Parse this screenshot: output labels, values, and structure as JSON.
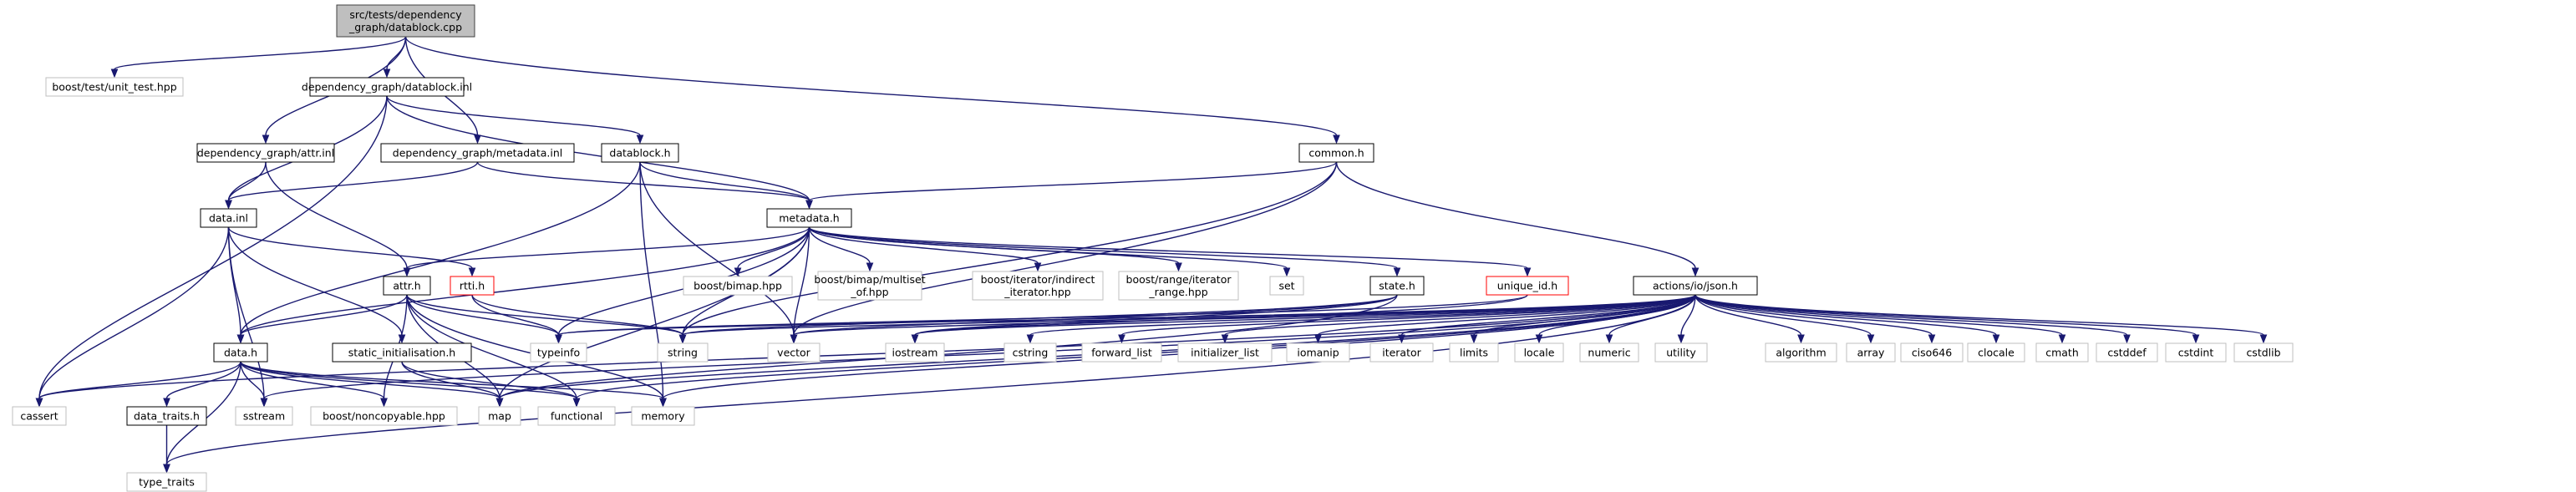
{
  "diagram": {
    "type": "include-dependency-graph",
    "colors": {
      "edge": "#191970",
      "root_fill": "#bfbfbf",
      "root_border": "#404040",
      "local_border": "#000000",
      "system_border": "#bfbfbf",
      "unresolved_border": "#ff0000",
      "background": "#ffffff"
    },
    "nodes": [
      {
        "id": "root",
        "kind": "root",
        "lines": [
          "src/tests/dependency",
          "_graph/datablock.cpp"
        ]
      },
      {
        "id": "boost_unit_test",
        "kind": "system",
        "lines": [
          "boost/test/unit_test.hpp"
        ]
      },
      {
        "id": "datablock_inl",
        "kind": "local",
        "lines": [
          "dependency_graph/datablock.inl"
        ]
      },
      {
        "id": "common_h",
        "kind": "local",
        "lines": [
          "common.h"
        ]
      },
      {
        "id": "attr_inl",
        "kind": "local",
        "lines": [
          "dependency_graph/attr.inl"
        ]
      },
      {
        "id": "metadata_inl",
        "kind": "local",
        "lines": [
          "dependency_graph/metadata.inl"
        ]
      },
      {
        "id": "datablock_h",
        "kind": "local",
        "lines": [
          "datablock.h"
        ]
      },
      {
        "id": "data_inl",
        "kind": "local",
        "lines": [
          "data.inl"
        ]
      },
      {
        "id": "metadata_h",
        "kind": "local",
        "lines": [
          "metadata.h"
        ]
      },
      {
        "id": "attr_h",
        "kind": "local",
        "lines": [
          "attr.h"
        ]
      },
      {
        "id": "rtti_h",
        "kind": "unresolved",
        "lines": [
          "rtti.h"
        ]
      },
      {
        "id": "boost_bimap",
        "kind": "system",
        "lines": [
          "boost/bimap.hpp"
        ]
      },
      {
        "id": "boost_bimap_multiset",
        "kind": "system",
        "lines": [
          "boost/bimap/multiset",
          "_of.hpp"
        ]
      },
      {
        "id": "boost_iter_indirect",
        "kind": "system",
        "lines": [
          "boost/iterator/indirect",
          "_iterator.hpp"
        ]
      },
      {
        "id": "boost_range_iter",
        "kind": "system",
        "lines": [
          "boost/range/iterator",
          "_range.hpp"
        ]
      },
      {
        "id": "set",
        "kind": "system",
        "lines": [
          "set"
        ]
      },
      {
        "id": "state_h",
        "kind": "local",
        "lines": [
          "state.h"
        ]
      },
      {
        "id": "unique_id_h",
        "kind": "unresolved",
        "lines": [
          "unique_id.h"
        ]
      },
      {
        "id": "json_h",
        "kind": "local",
        "lines": [
          "actions/io/json.h"
        ]
      },
      {
        "id": "typeinfo",
        "kind": "system",
        "lines": [
          "typeinfo"
        ]
      },
      {
        "id": "string",
        "kind": "system",
        "lines": [
          "string"
        ]
      },
      {
        "id": "vector",
        "kind": "system",
        "lines": [
          "vector"
        ]
      },
      {
        "id": "iostream",
        "kind": "system",
        "lines": [
          "iostream"
        ]
      },
      {
        "id": "cstring",
        "kind": "system",
        "lines": [
          "cstring"
        ]
      },
      {
        "id": "forward_list",
        "kind": "system",
        "lines": [
          "forward_list"
        ]
      },
      {
        "id": "initializer_list",
        "kind": "system",
        "lines": [
          "initializer_list"
        ]
      },
      {
        "id": "iomanip",
        "kind": "system",
        "lines": [
          "iomanip"
        ]
      },
      {
        "id": "iterator",
        "kind": "system",
        "lines": [
          "iterator"
        ]
      },
      {
        "id": "limits",
        "kind": "system",
        "lines": [
          "limits"
        ]
      },
      {
        "id": "locale",
        "kind": "system",
        "lines": [
          "locale"
        ]
      },
      {
        "id": "numeric",
        "kind": "system",
        "lines": [
          "numeric"
        ]
      },
      {
        "id": "utility",
        "kind": "system",
        "lines": [
          "utility"
        ]
      },
      {
        "id": "algorithm",
        "kind": "system",
        "lines": [
          "algorithm"
        ]
      },
      {
        "id": "array",
        "kind": "system",
        "lines": [
          "array"
        ]
      },
      {
        "id": "ciso646",
        "kind": "system",
        "lines": [
          "ciso646"
        ]
      },
      {
        "id": "clocale",
        "kind": "system",
        "lines": [
          "clocale"
        ]
      },
      {
        "id": "cmath",
        "kind": "system",
        "lines": [
          "cmath"
        ]
      },
      {
        "id": "cstddef",
        "kind": "system",
        "lines": [
          "cstddef"
        ]
      },
      {
        "id": "cstdint",
        "kind": "system",
        "lines": [
          "cstdint"
        ]
      },
      {
        "id": "cstdlib",
        "kind": "system",
        "lines": [
          "cstdlib"
        ]
      },
      {
        "id": "data_h",
        "kind": "local",
        "lines": [
          "data.h"
        ]
      },
      {
        "id": "static_init_h",
        "kind": "local",
        "lines": [
          "static_initialisation.h"
        ]
      },
      {
        "id": "cassert",
        "kind": "system",
        "lines": [
          "cassert"
        ]
      },
      {
        "id": "data_traits_h",
        "kind": "local",
        "lines": [
          "data_traits.h"
        ]
      },
      {
        "id": "sstream",
        "kind": "system",
        "lines": [
          "sstream"
        ]
      },
      {
        "id": "boost_noncopyable",
        "kind": "system",
        "lines": [
          "boost/noncopyable.hpp"
        ]
      },
      {
        "id": "map",
        "kind": "system",
        "lines": [
          "map"
        ]
      },
      {
        "id": "functional",
        "kind": "system",
        "lines": [
          "functional"
        ]
      },
      {
        "id": "memory",
        "kind": "system",
        "lines": [
          "memory"
        ]
      },
      {
        "id": "type_traits",
        "kind": "system",
        "lines": [
          "type_traits"
        ]
      }
    ],
    "edges": [
      [
        "root",
        "boost_unit_test"
      ],
      [
        "root",
        "datablock_inl"
      ],
      [
        "root",
        "attr_inl"
      ],
      [
        "root",
        "metadata_inl"
      ],
      [
        "root",
        "common_h"
      ],
      [
        "datablock_inl",
        "datablock_h"
      ],
      [
        "datablock_inl",
        "metadata_h"
      ],
      [
        "datablock_inl",
        "data_inl"
      ],
      [
        "datablock_inl",
        "cassert"
      ],
      [
        "attr_inl",
        "data_inl"
      ],
      [
        "attr_inl",
        "attr_h"
      ],
      [
        "metadata_inl",
        "metadata_h"
      ],
      [
        "metadata_inl",
        "data_inl"
      ],
      [
        "datablock_h",
        "metadata_h"
      ],
      [
        "datablock_h",
        "data_h"
      ],
      [
        "datablock_h",
        "vector"
      ],
      [
        "datablock_h",
        "memory"
      ],
      [
        "common_h",
        "metadata_h"
      ],
      [
        "common_h",
        "json_h"
      ],
      [
        "common_h",
        "vector"
      ],
      [
        "common_h",
        "string"
      ],
      [
        "data_inl",
        "data_h"
      ],
      [
        "data_inl",
        "rtti_h"
      ],
      [
        "data_inl",
        "static_init_h"
      ],
      [
        "data_inl",
        "cassert"
      ],
      [
        "data_inl",
        "sstream"
      ],
      [
        "metadata_h",
        "attr_h"
      ],
      [
        "metadata_h",
        "data_h"
      ],
      [
        "metadata_h",
        "boost_bimap"
      ],
      [
        "metadata_h",
        "boost_bimap_multiset"
      ],
      [
        "metadata_h",
        "boost_iter_indirect"
      ],
      [
        "metadata_h",
        "boost_range_iter"
      ],
      [
        "metadata_h",
        "set"
      ],
      [
        "metadata_h",
        "state_h"
      ],
      [
        "metadata_h",
        "unique_id_h"
      ],
      [
        "metadata_h",
        "vector"
      ],
      [
        "metadata_h",
        "string"
      ],
      [
        "metadata_h",
        "typeinfo"
      ],
      [
        "metadata_h",
        "map"
      ],
      [
        "attr_h",
        "data_h"
      ],
      [
        "attr_h",
        "typeinfo"
      ],
      [
        "attr_h",
        "string"
      ],
      [
        "attr_h",
        "boost_noncopyable"
      ],
      [
        "attr_h",
        "functional"
      ],
      [
        "attr_h",
        "memory"
      ],
      [
        "attr_h",
        "map"
      ],
      [
        "rtti_h",
        "typeinfo"
      ],
      [
        "rtti_h",
        "string"
      ],
      [
        "state_h",
        "vector"
      ],
      [
        "state_h",
        "string"
      ],
      [
        "state_h",
        "iostream"
      ],
      [
        "state_h",
        "map"
      ],
      [
        "unique_id_h",
        "typeinfo"
      ],
      [
        "unique_id_h",
        "iostream"
      ],
      [
        "json_h",
        "typeinfo"
      ],
      [
        "json_h",
        "string"
      ],
      [
        "json_h",
        "vector"
      ],
      [
        "json_h",
        "iostream"
      ],
      [
        "json_h",
        "cstring"
      ],
      [
        "json_h",
        "forward_list"
      ],
      [
        "json_h",
        "initializer_list"
      ],
      [
        "json_h",
        "iomanip"
      ],
      [
        "json_h",
        "iterator"
      ],
      [
        "json_h",
        "limits"
      ],
      [
        "json_h",
        "locale"
      ],
      [
        "json_h",
        "numeric"
      ],
      [
        "json_h",
        "utility"
      ],
      [
        "json_h",
        "algorithm"
      ],
      [
        "json_h",
        "array"
      ],
      [
        "json_h",
        "ciso646"
      ],
      [
        "json_h",
        "clocale"
      ],
      [
        "json_h",
        "cmath"
      ],
      [
        "json_h",
        "cstddef"
      ],
      [
        "json_h",
        "cstdint"
      ],
      [
        "json_h",
        "cstdlib"
      ],
      [
        "json_h",
        "cassert"
      ],
      [
        "json_h",
        "sstream"
      ],
      [
        "json_h",
        "map"
      ],
      [
        "json_h",
        "functional"
      ],
      [
        "json_h",
        "memory"
      ],
      [
        "json_h",
        "type_traits"
      ],
      [
        "data_h",
        "cassert"
      ],
      [
        "data_h",
        "data_traits_h"
      ],
      [
        "data_h",
        "sstream"
      ],
      [
        "data_h",
        "boost_noncopyable"
      ],
      [
        "data_h",
        "map"
      ],
      [
        "data_h",
        "functional"
      ],
      [
        "data_h",
        "memory"
      ],
      [
        "data_h",
        "type_traits"
      ],
      [
        "static_init_h",
        "map"
      ],
      [
        "static_init_h",
        "functional"
      ],
      [
        "data_traits_h",
        "type_traits"
      ]
    ]
  }
}
